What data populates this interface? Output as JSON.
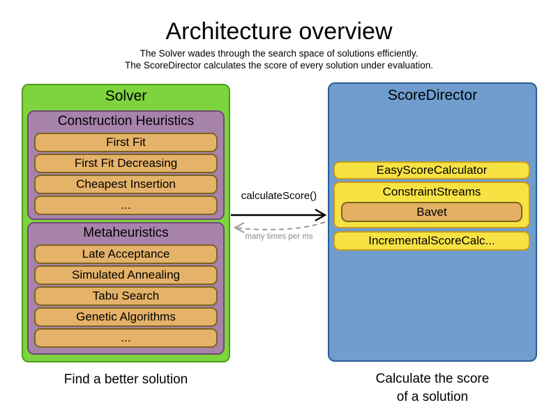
{
  "header": {
    "title": "Architecture overview",
    "subtitle1": "The Solver wades through the search space of solutions efficiently.",
    "subtitle2": "The ScoreDirector calculates the score of every solution under evaluation."
  },
  "solver": {
    "label": "Solver",
    "caption": "Find a better solution",
    "groups": [
      {
        "label": "Construction Heuristics",
        "items": [
          "First Fit",
          "First Fit Decreasing",
          "Cheapest Insertion",
          "..."
        ]
      },
      {
        "label": "Metaheuristics",
        "items": [
          "Late Acceptance",
          "Simulated Annealing",
          "Tabu Search",
          "Genetic Algorithms",
          "..."
        ]
      }
    ]
  },
  "score_director": {
    "label": "ScoreDirector",
    "caption_line1": "Calculate the score",
    "caption_line2": "of a solution",
    "calculators": [
      {
        "label": "EasyScoreCalculator"
      },
      {
        "label": "ConstraintStreams",
        "children": [
          "Bavet"
        ]
      },
      {
        "label": "IncrementalScoreCalc..."
      }
    ]
  },
  "connection": {
    "call_label": "calculateScore()",
    "frequency_label": "many times per ms"
  },
  "colors": {
    "solver_green": "#7ed43c",
    "solver_green_border": "#4c9b1a",
    "heuristic_purple": "#a783ac",
    "heuristic_purple_border": "#6e4b74",
    "algorithm_orange": "#e4b269",
    "algorithm_orange_border": "#7c631c",
    "director_blue": "#6f9dce",
    "director_blue_border": "#2d5c95",
    "calculator_yellow": "#f6e243",
    "calculator_yellow_border": "#c99a1e",
    "feedback_arrow_gray": "#999999"
  }
}
